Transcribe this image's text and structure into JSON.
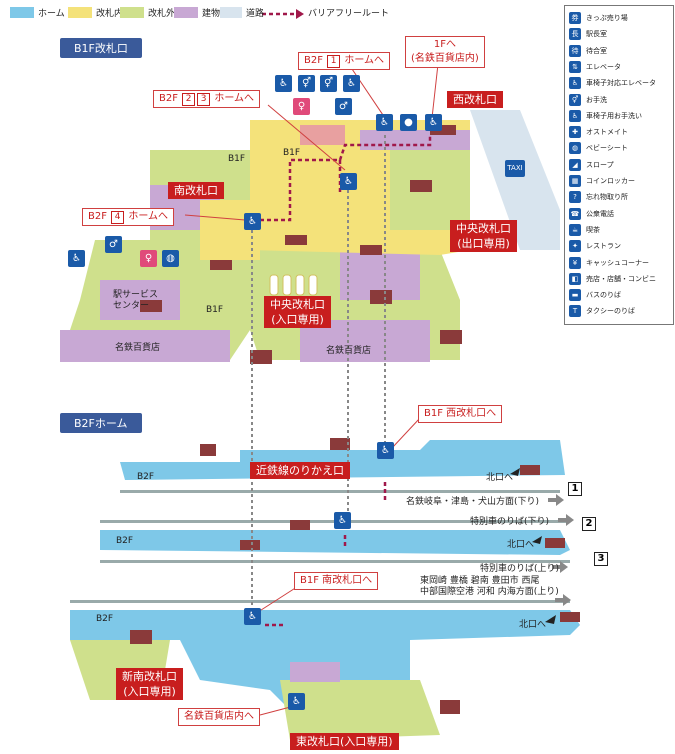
{
  "legend": {
    "items": [
      {
        "label": "ホーム",
        "color": "#7ec8e8"
      },
      {
        "label": "改札内",
        "color": "#f4e27a"
      },
      {
        "label": "改札外",
        "color": "#cfe08c"
      },
      {
        "label": "建物",
        "color": "#c8a8d4"
      },
      {
        "label": "道路",
        "color": "#d8e4ee"
      }
    ],
    "route_label": "バリアフリールート"
  },
  "sections": {
    "b1f": "B1F改札口",
    "b2f": "B2Fホーム"
  },
  "gates": {
    "west": "西改札口",
    "south": "南改札口",
    "central_exit": [
      "中央改札口",
      "(出口専用)"
    ],
    "central_entry": [
      "中央改札口",
      "(入口専用)"
    ],
    "kintetsu": "近鉄線のりかえ口",
    "new_south": [
      "新南改札口",
      "(入口専用)"
    ],
    "east": "東改札口(入口専用)"
  },
  "callouts": {
    "b2f_1": {
      "pre": "B2F",
      "nums": [
        "1"
      ],
      "post": "ホームへ"
    },
    "b2f_23": {
      "pre": "B2F",
      "nums": [
        "2",
        "3"
      ],
      "post": "ホームへ"
    },
    "b2f_4": {
      "pre": "B2F",
      "nums": [
        "4"
      ],
      "post": "ホームへ"
    },
    "dept_1f": [
      "1Fへ",
      "(名鉄百貨店内)"
    ],
    "west_b1f": "B1F 西改札口へ",
    "south_b1f": "B1F 南改札口へ",
    "dept_store_in": "名鉄百貨店内へ"
  },
  "labels": {
    "b1f": "B1F",
    "b2f": "B2F",
    "service_center": [
      "駅サービス",
      "センター"
    ],
    "dept_store": "名鉄百貨店",
    "north_exit": "北口へ"
  },
  "tracks": {
    "t1": {
      "num": "1",
      "dest": "名鉄岐阜・津島・犬山方面(下り)"
    },
    "t2": {
      "num": "2",
      "dest": "特別車のりば(下り)"
    },
    "t3": {
      "num": "3",
      "dest": "特別車のりば(上り)",
      "dest_up": [
        "東岡崎 豊橋 碧南 豊田市 西尾",
        "中部国際空港 河和 内海方面(上り)"
      ]
    }
  },
  "facility_legend": [
    {
      "icon": "ticket-icon",
      "label": "きっぷ売り場"
    },
    {
      "icon": "station-master-icon",
      "label": "駅長室"
    },
    {
      "icon": "waiting-room-icon",
      "label": "待合室"
    },
    {
      "icon": "elevator-icon",
      "label": "エレベータ"
    },
    {
      "icon": "wheelchair-elevator-icon",
      "label": "車椅子対応エレベータ"
    },
    {
      "icon": "toilet-icon",
      "label": "お手洗"
    },
    {
      "icon": "wheelchair-toilet-icon",
      "label": "車椅子用お手洗い"
    },
    {
      "icon": "ostomate-icon",
      "label": "オストメイト"
    },
    {
      "icon": "baby-seat-icon",
      "label": "ベビーシート"
    },
    {
      "icon": "slope-icon",
      "label": "スロープ"
    },
    {
      "icon": "locker-icon",
      "label": "コインロッカー"
    },
    {
      "icon": "lost-found-icon",
      "label": "忘れ物取り所"
    },
    {
      "icon": "phone-icon",
      "label": "公衆電話"
    },
    {
      "icon": "cafe-icon",
      "label": "喫茶"
    },
    {
      "icon": "restaurant-icon",
      "label": "レストラン"
    },
    {
      "icon": "atm-icon",
      "label": "キャッシュコーナー"
    },
    {
      "icon": "shop-icon",
      "label": "売店・店舗・コンビニ"
    },
    {
      "icon": "bus-icon",
      "label": "バスのりば"
    },
    {
      "icon": "taxi-icon",
      "label": "タクシーのりば"
    }
  ],
  "taxi_text": "TAXI"
}
